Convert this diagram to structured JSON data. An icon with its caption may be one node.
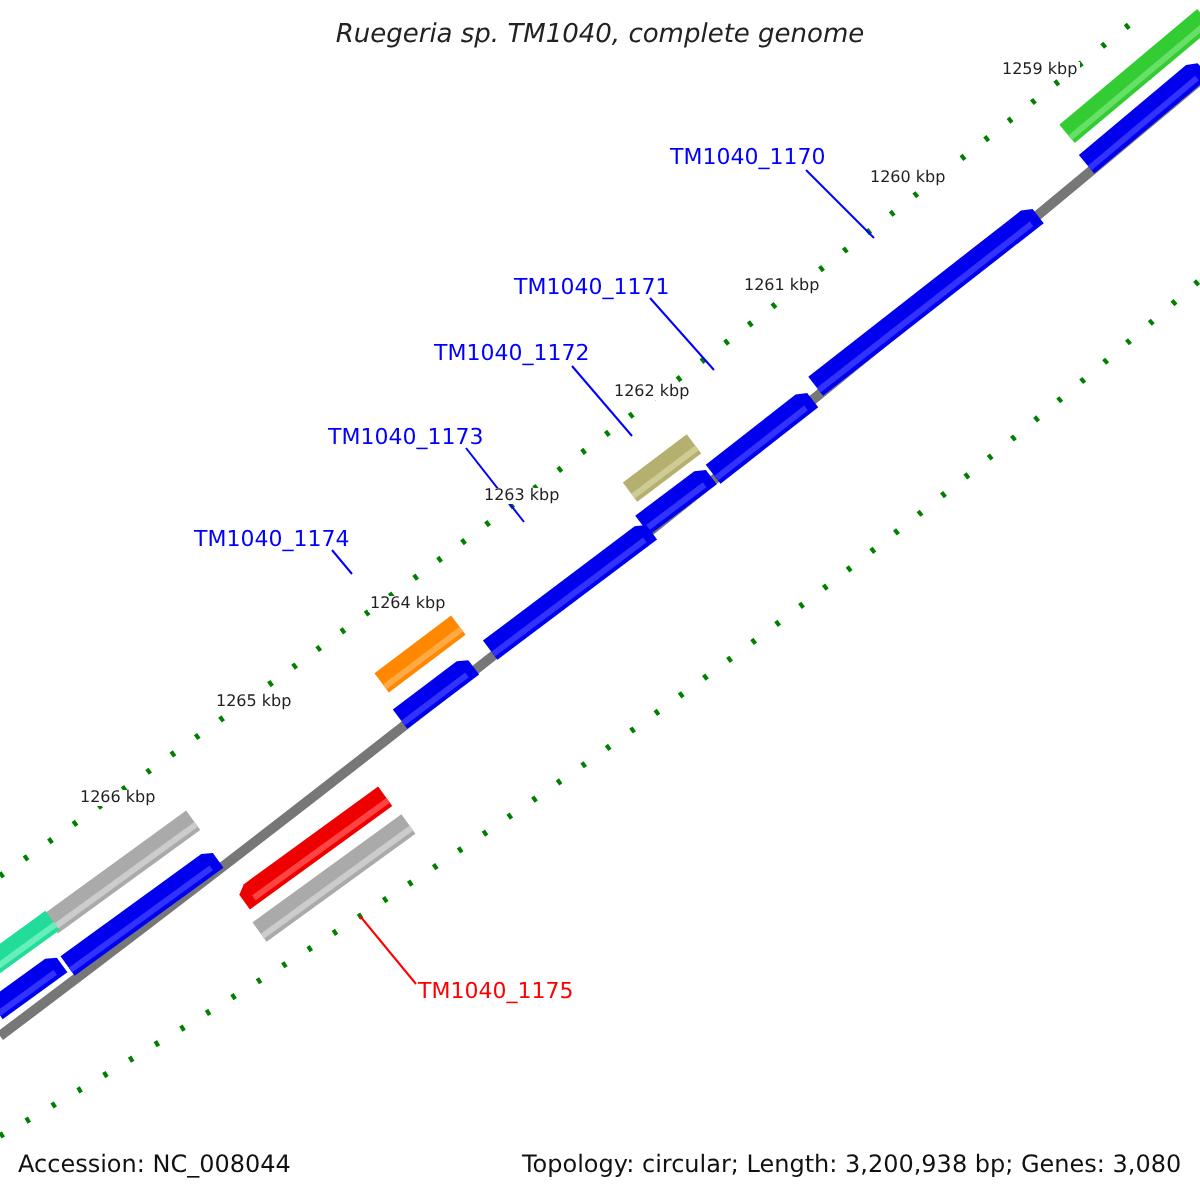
{
  "diagram": {
    "title": "Ruegeria sp. TM1040, complete genome",
    "nodes": [
      {
        "text": [
          "TM1040_1170"
        ]
      },
      {
        "text": [
          "TM1040_1171"
        ]
      },
      {
        "text": [
          "TM1040_1172"
        ]
      },
      {
        "text": [
          "TM1040_1173"
        ]
      },
      {
        "text": [
          "TM1040_1174"
        ]
      },
      {
        "text": [
          "TM1040_1175"
        ]
      }
    ],
    "edges": [
      {
        "from": 0,
        "to": null,
        "arrow": "none"
      },
      {
        "from": 1,
        "to": null,
        "arrow": "none"
      },
      {
        "from": 2,
        "to": null,
        "arrow": "none"
      },
      {
        "from": 3,
        "to": null,
        "arrow": "none"
      },
      {
        "from": 4,
        "to": null,
        "arrow": "none"
      },
      {
        "from": 5,
        "to": null,
        "arrow": "none",
        "color": "#ff0000"
      }
    ],
    "labels": [
      "1259 kbp",
      "1260 kbp",
      "1261 kbp",
      "1262 kbp",
      "1263 kbp",
      "1264 kbp",
      "1265 kbp",
      "1266 kbp",
      "Accession: NC_008044",
      "Topology: circular; Length: 3,200,938 bp; Genes: 3,080"
    ]
  }
}
